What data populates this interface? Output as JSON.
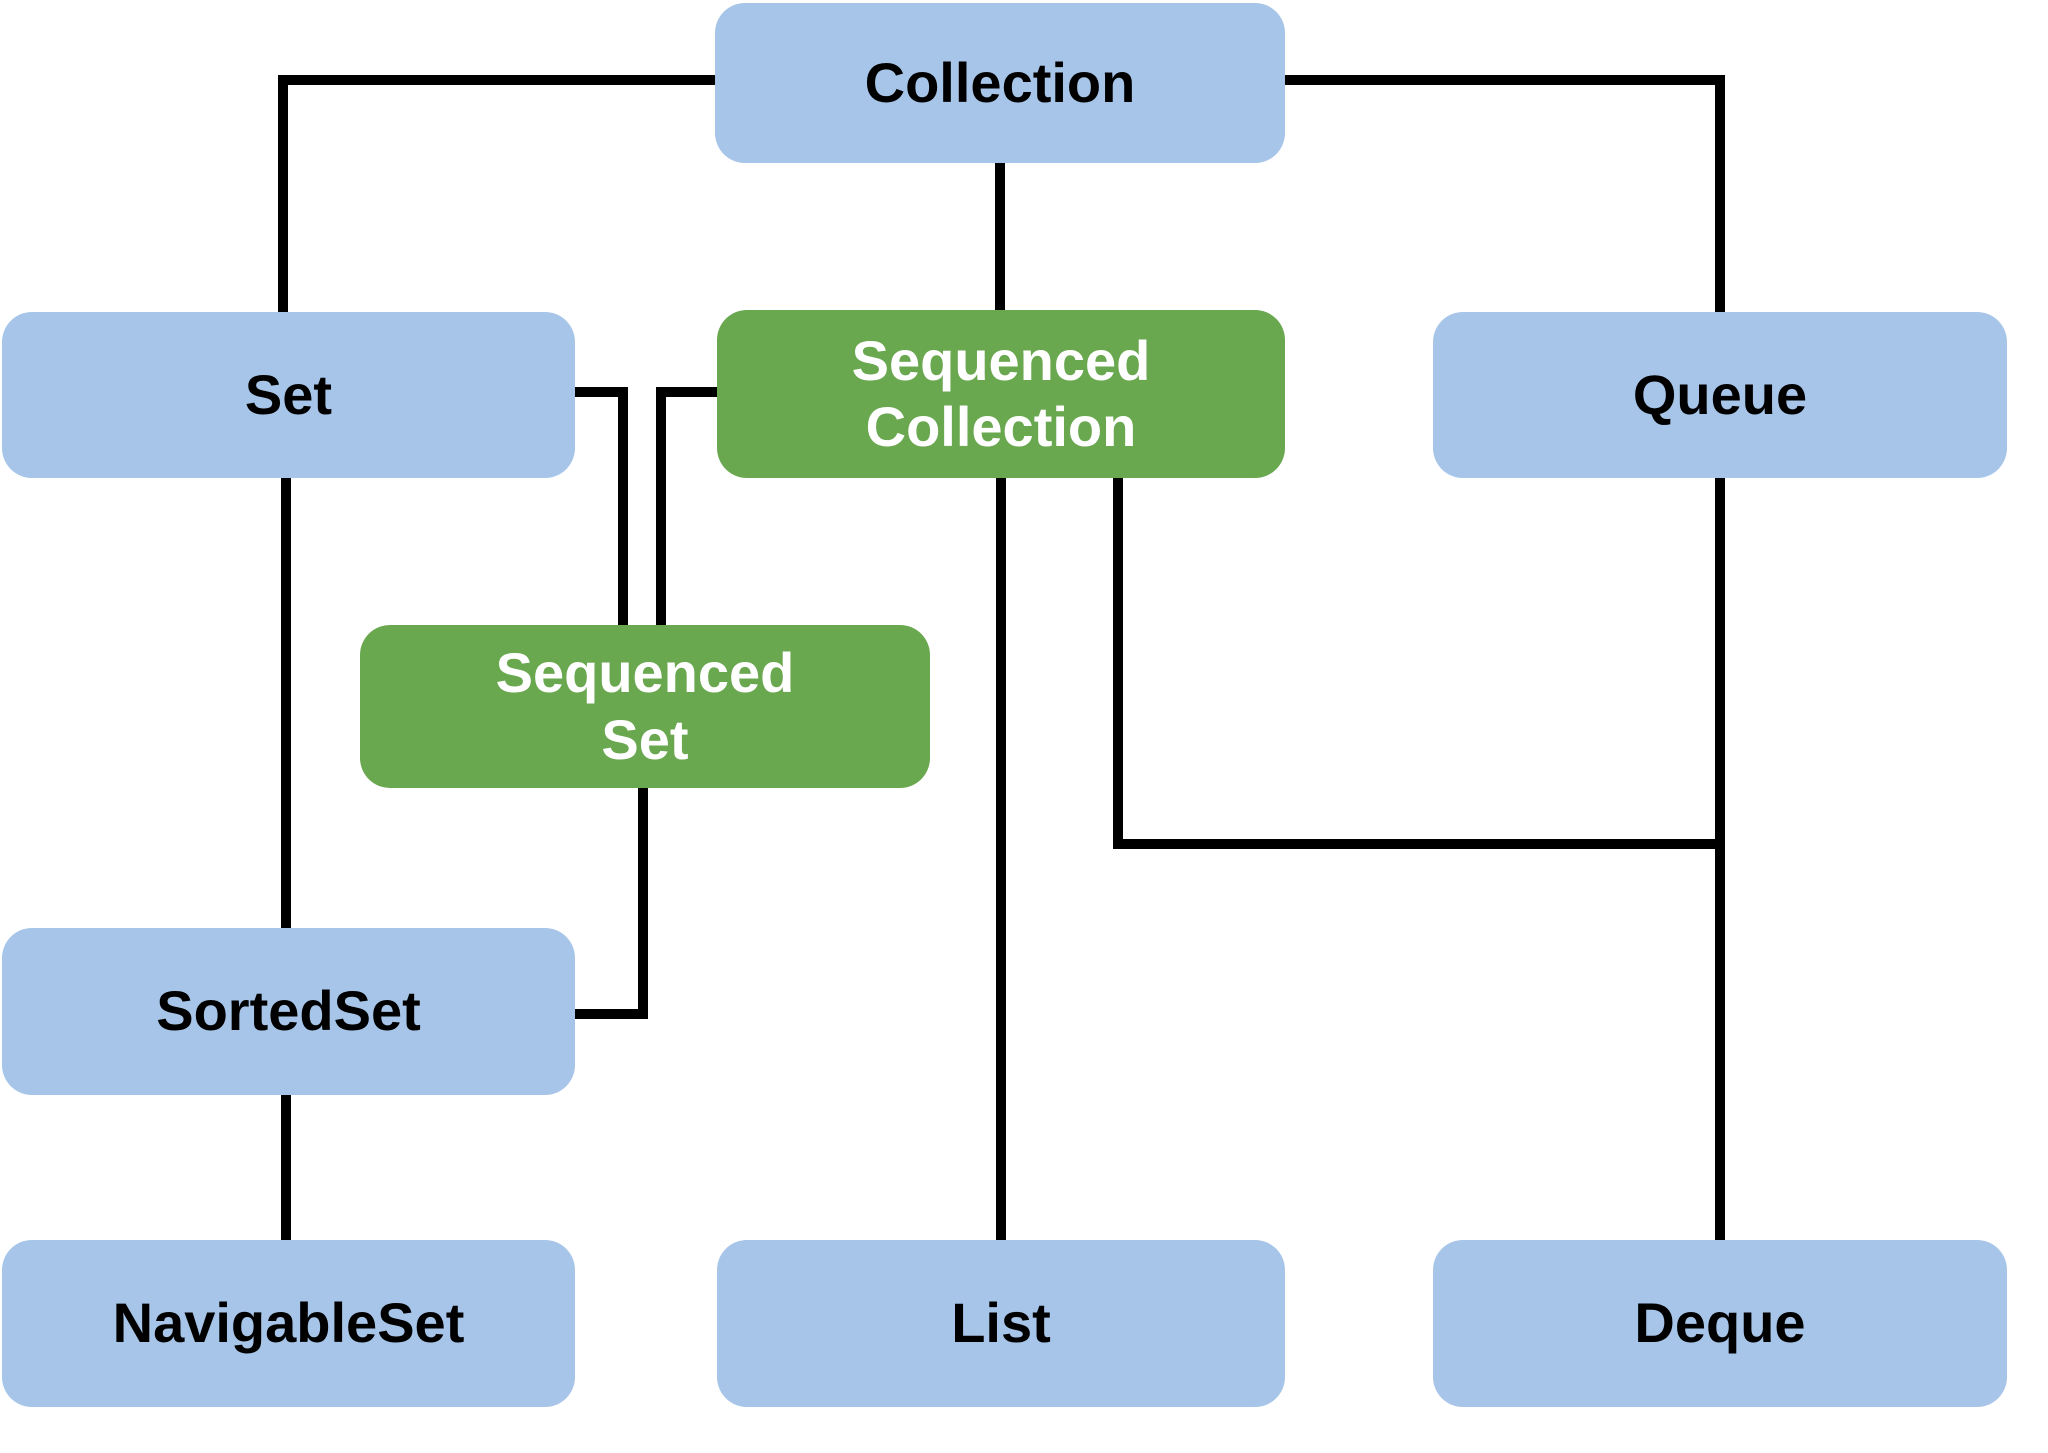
{
  "diagram": {
    "palette": {
      "existing_interface_fill": "#a6c5e8",
      "new_sequenced_interface_fill": "#6aa850",
      "existing_interface_text": "#000000",
      "new_sequenced_interface_text": "#ffffff",
      "connector_line": "#000000",
      "background": "#ffffff"
    },
    "nodes": {
      "collection": {
        "label": "Collection",
        "kind": "existing"
      },
      "set": {
        "label": "Set",
        "kind": "existing"
      },
      "sequenced_collection": {
        "label": "Sequenced\nCollection",
        "kind": "new-sequenced"
      },
      "queue": {
        "label": "Queue",
        "kind": "existing"
      },
      "sequenced_set": {
        "label": "Sequenced\nSet",
        "kind": "new-sequenced"
      },
      "sortedset": {
        "label": "SortedSet",
        "kind": "existing"
      },
      "navigableset": {
        "label": "NavigableSet",
        "kind": "existing"
      },
      "list": {
        "label": "List",
        "kind": "existing"
      },
      "deque": {
        "label": "Deque",
        "kind": "existing"
      }
    },
    "relationships": [
      {
        "parent": "Collection",
        "child": "Set"
      },
      {
        "parent": "Collection",
        "child": "Sequenced Collection"
      },
      {
        "parent": "Collection",
        "child": "Queue"
      },
      {
        "parent": "Set",
        "child": "Sequenced Set"
      },
      {
        "parent": "Sequenced Collection",
        "child": "Sequenced Set"
      },
      {
        "parent": "Set",
        "child": "SortedSet"
      },
      {
        "parent": "Sequenced Set",
        "child": "SortedSet"
      },
      {
        "parent": "SortedSet",
        "child": "NavigableSet"
      },
      {
        "parent": "Sequenced Collection",
        "child": "List"
      },
      {
        "parent": "Sequenced Collection",
        "child": "Deque"
      },
      {
        "parent": "Queue",
        "child": "Deque"
      }
    ]
  }
}
